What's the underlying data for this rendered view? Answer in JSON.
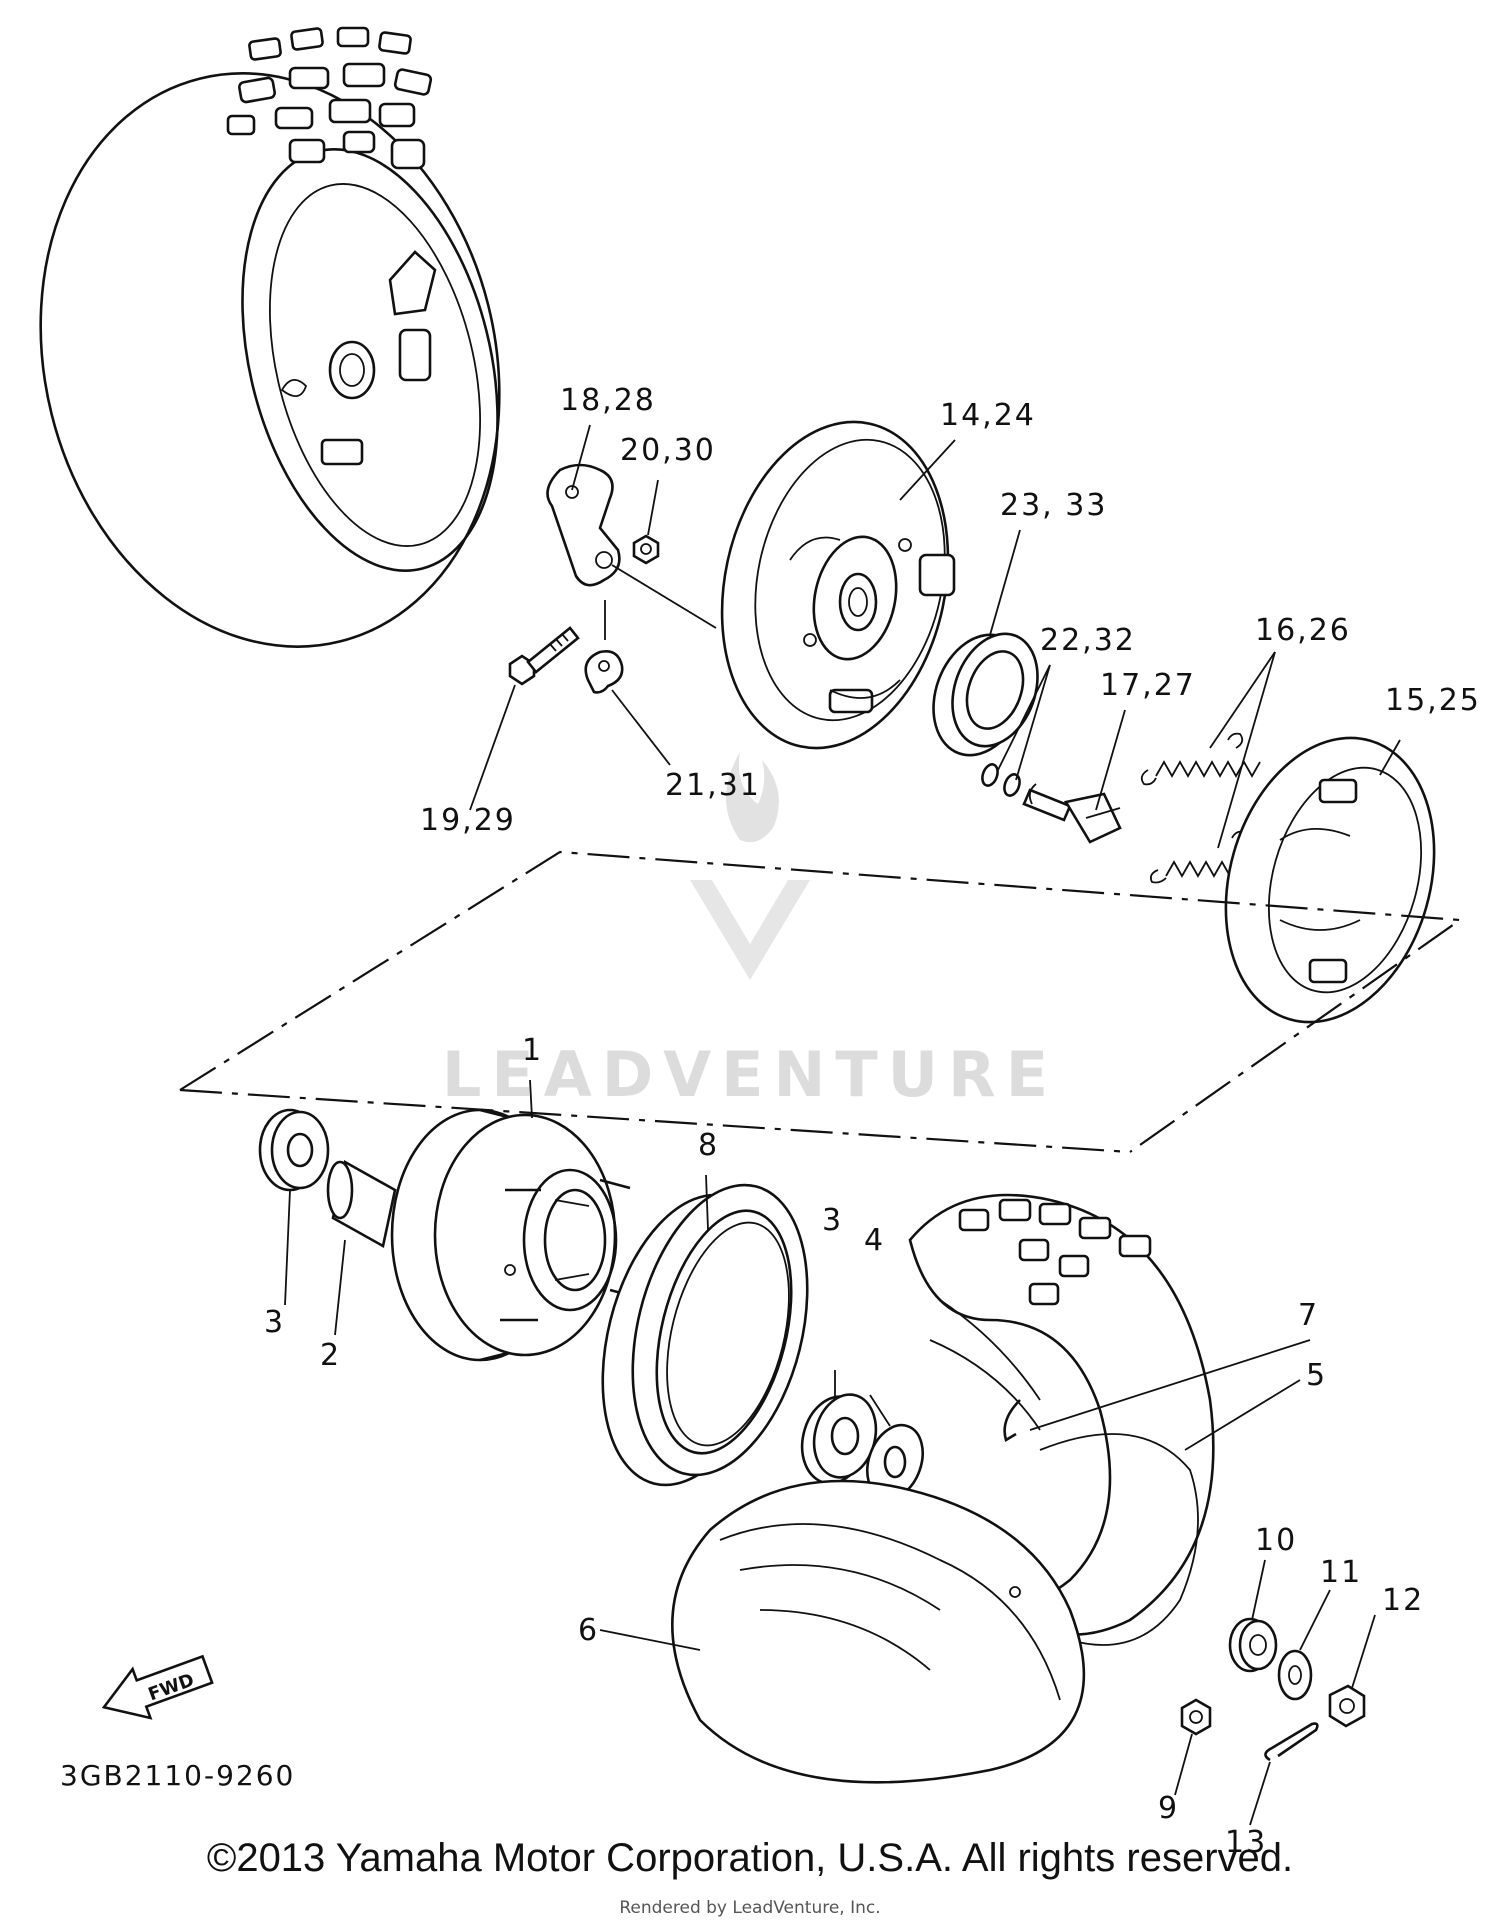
{
  "watermark": {
    "brand": "LEADVENTURE"
  },
  "diagram": {
    "drawing_code": "3GB2110-9260",
    "fwd_label": "FWD",
    "callouts": [
      {
        "id": "c-18-28",
        "label": "18,28"
      },
      {
        "id": "c-20-30",
        "label": "20,30"
      },
      {
        "id": "c-14-24",
        "label": "14,24"
      },
      {
        "id": "c-23-33",
        "label": "23, 33"
      },
      {
        "id": "c-22-32",
        "label": "22,32"
      },
      {
        "id": "c-16-26",
        "label": "16,26"
      },
      {
        "id": "c-17-27",
        "label": "17,27"
      },
      {
        "id": "c-15-25",
        "label": "15,25"
      },
      {
        "id": "c-19-29",
        "label": "19,29"
      },
      {
        "id": "c-21-31",
        "label": "21,31"
      },
      {
        "id": "c-1",
        "label": "1"
      },
      {
        "id": "c-8",
        "label": "8"
      },
      {
        "id": "c-3a",
        "label": "3"
      },
      {
        "id": "c-4",
        "label": "4"
      },
      {
        "id": "c-7",
        "label": "7"
      },
      {
        "id": "c-5",
        "label": "5"
      },
      {
        "id": "c-3b",
        "label": "3"
      },
      {
        "id": "c-2",
        "label": "2"
      },
      {
        "id": "c-6",
        "label": "6"
      },
      {
        "id": "c-10",
        "label": "10"
      },
      {
        "id": "c-11",
        "label": "11"
      },
      {
        "id": "c-12",
        "label": "12"
      },
      {
        "id": "c-9",
        "label": "9"
      },
      {
        "id": "c-13",
        "label": "13"
      }
    ]
  },
  "footer": {
    "copyright": "©2013 Yamaha Motor Corporation, U.S.A. All rights reserved.",
    "rendered_by": "Rendered by LeadVenture, Inc."
  }
}
